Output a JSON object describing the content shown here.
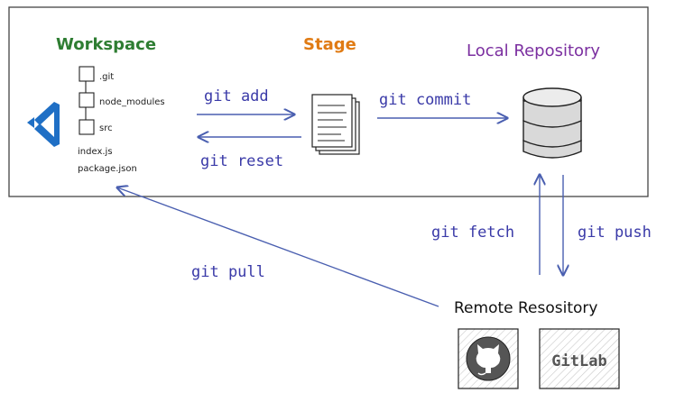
{
  "titles": {
    "workspace": "Workspace",
    "stage": "Stage",
    "local_repo": "Local Repository",
    "remote_repo": "Remote Resository"
  },
  "workspace_files": {
    "git": ".git",
    "node_modules": "node_modules",
    "src": "src",
    "index": "index.js",
    "package": "package.json"
  },
  "commands": {
    "add": "git add",
    "reset": "git reset",
    "commit": "git commit",
    "fetch": "git fetch",
    "push": "git push",
    "pull": "git pull"
  },
  "remotes": {
    "gitlab_label": "GitLab"
  },
  "colors": {
    "workspace": "#2e7d32",
    "stage": "#e07b14",
    "local_repo": "#7b2fa0",
    "command": "#3a3aa8",
    "arrow": "#4a5fb0",
    "vscode": "#1f6fc5"
  },
  "icons": {
    "editor": "vscode-icon",
    "stage": "documents-icon",
    "local_repo": "database-icon",
    "github": "github-icon",
    "gitlab": "gitlab-icon"
  }
}
